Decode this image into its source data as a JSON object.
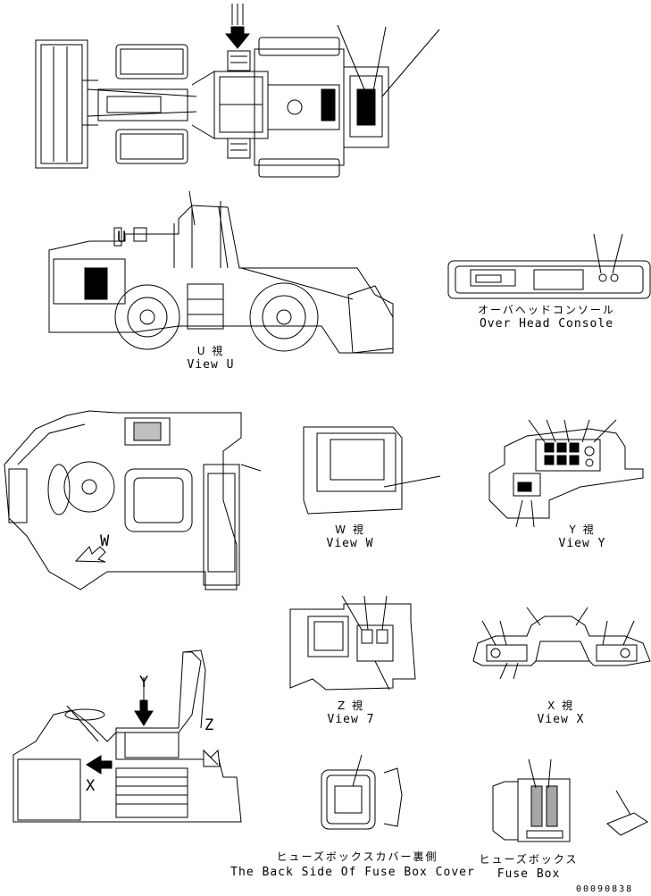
{
  "views": {
    "overhead": {
      "jp": "オーバヘッドコンソール",
      "en": "Over Head Console"
    },
    "u": {
      "jp": "U 視",
      "en": "View U"
    },
    "w": {
      "jp": "W 視",
      "en": "View W"
    },
    "y": {
      "jp": "Y 視",
      "en": "View Y"
    },
    "z": {
      "jp": "Z 視",
      "en": "View 7"
    },
    "x": {
      "jp": "X 視",
      "en": "View X"
    },
    "fusecover": {
      "jp": "ヒューズボックスカバー裏側",
      "en": "The Back Side Of Fuse Box Cover"
    },
    "fusebox": {
      "jp": "ヒューズボックス",
      "en": "Fuse Box"
    }
  },
  "markers": {
    "u": "U",
    "w": "W",
    "y": "Y",
    "x": "X",
    "z": "Z"
  },
  "drawing_code": "00090838"
}
